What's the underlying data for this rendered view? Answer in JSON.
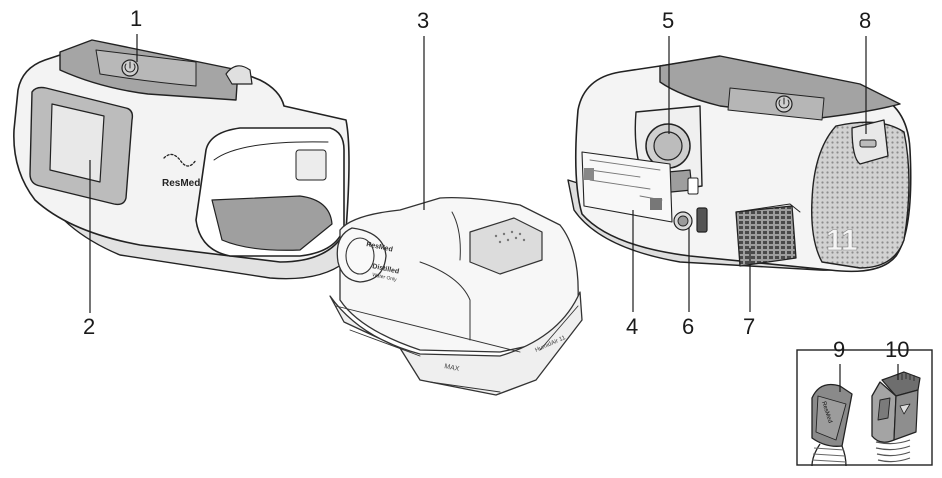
{
  "callouts": {
    "c1": "1",
    "c2": "2",
    "c3": "3",
    "c4": "4",
    "c5": "5",
    "c6": "6",
    "c7": "7",
    "c8": "8",
    "c9": "9",
    "c10": "10"
  },
  "device_text": {
    "brand_logo": "ResMed",
    "tub_brand": "ResMed",
    "tub_label_line1": "Distilled",
    "tub_label_line2": "Water Only",
    "tub_max_mark": "MAX",
    "tub_model": "HumidAir 11",
    "rear_model_badge": "11",
    "tube_brand": "ResMed"
  },
  "colors": {
    "device_body": "#f2f2f2",
    "device_top_panel": "#9a9a9a",
    "outline": "#222222",
    "speaker_grille": "#bdbdbd"
  }
}
